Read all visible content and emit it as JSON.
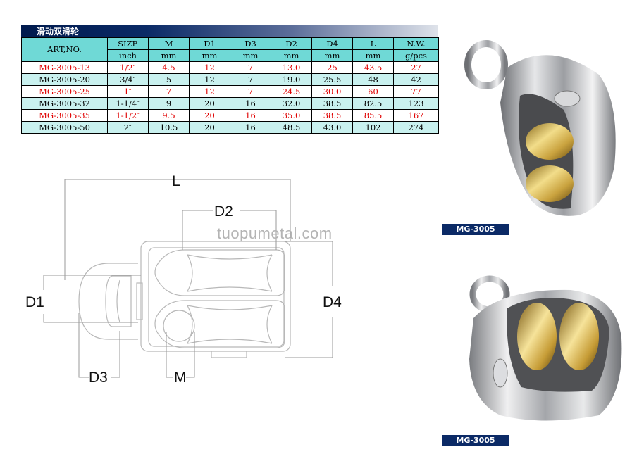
{
  "table": {
    "title": "滑动双滑轮",
    "art_header": "ART,NO.",
    "columns": [
      "SIZE",
      "M",
      "D1",
      "D3",
      "D2",
      "D4",
      "L",
      "N.W."
    ],
    "units": [
      "inch",
      "mm",
      "mm",
      "mm",
      "mm",
      "mm",
      "mm",
      "g/pcs"
    ],
    "rows": [
      {
        "art": "MG-3005-13",
        "values": [
          "1/2″",
          "4.5",
          "12",
          "7",
          "13.0",
          "25",
          "43.5",
          "27"
        ],
        "highlight": true
      },
      {
        "art": "MG-3005-20",
        "values": [
          "3/4″",
          "5",
          "12",
          "7",
          "19.0",
          "25.5",
          "48",
          "42"
        ],
        "highlight": false
      },
      {
        "art": "MG-3005-25",
        "values": [
          "1″",
          "7",
          "12",
          "7",
          "24.5",
          "30.0",
          "60",
          "77"
        ],
        "highlight": true
      },
      {
        "art": "MG-3005-32",
        "values": [
          "1-1/4″",
          "9",
          "20",
          "16",
          "32.0",
          "38.5",
          "82.5",
          "123"
        ],
        "highlight": false
      },
      {
        "art": "MG-3005-35",
        "values": [
          "1-1/2″",
          "9.5",
          "20",
          "16",
          "35.0",
          "38.5",
          "85.5",
          "167"
        ],
        "highlight": true
      },
      {
        "art": "MG-3005-50",
        "values": [
          "2″",
          "10.5",
          "20",
          "16",
          "48.5",
          "43.0",
          "102",
          "274"
        ],
        "highlight": false
      }
    ]
  },
  "diagram": {
    "labels": {
      "L": "L",
      "D2": "D2",
      "D1": "D1",
      "D4": "D4",
      "D3": "D3",
      "M": "M"
    }
  },
  "watermark": "tuopumetal.com",
  "photos": [
    {
      "caption": "MG-3005"
    },
    {
      "caption": "MG-3005"
    }
  ],
  "colors": {
    "header": "#6fd9d6",
    "row_alt": "#c9f1ef",
    "highlight_text": "#e00000",
    "caption_bg": "#0b2a66"
  }
}
